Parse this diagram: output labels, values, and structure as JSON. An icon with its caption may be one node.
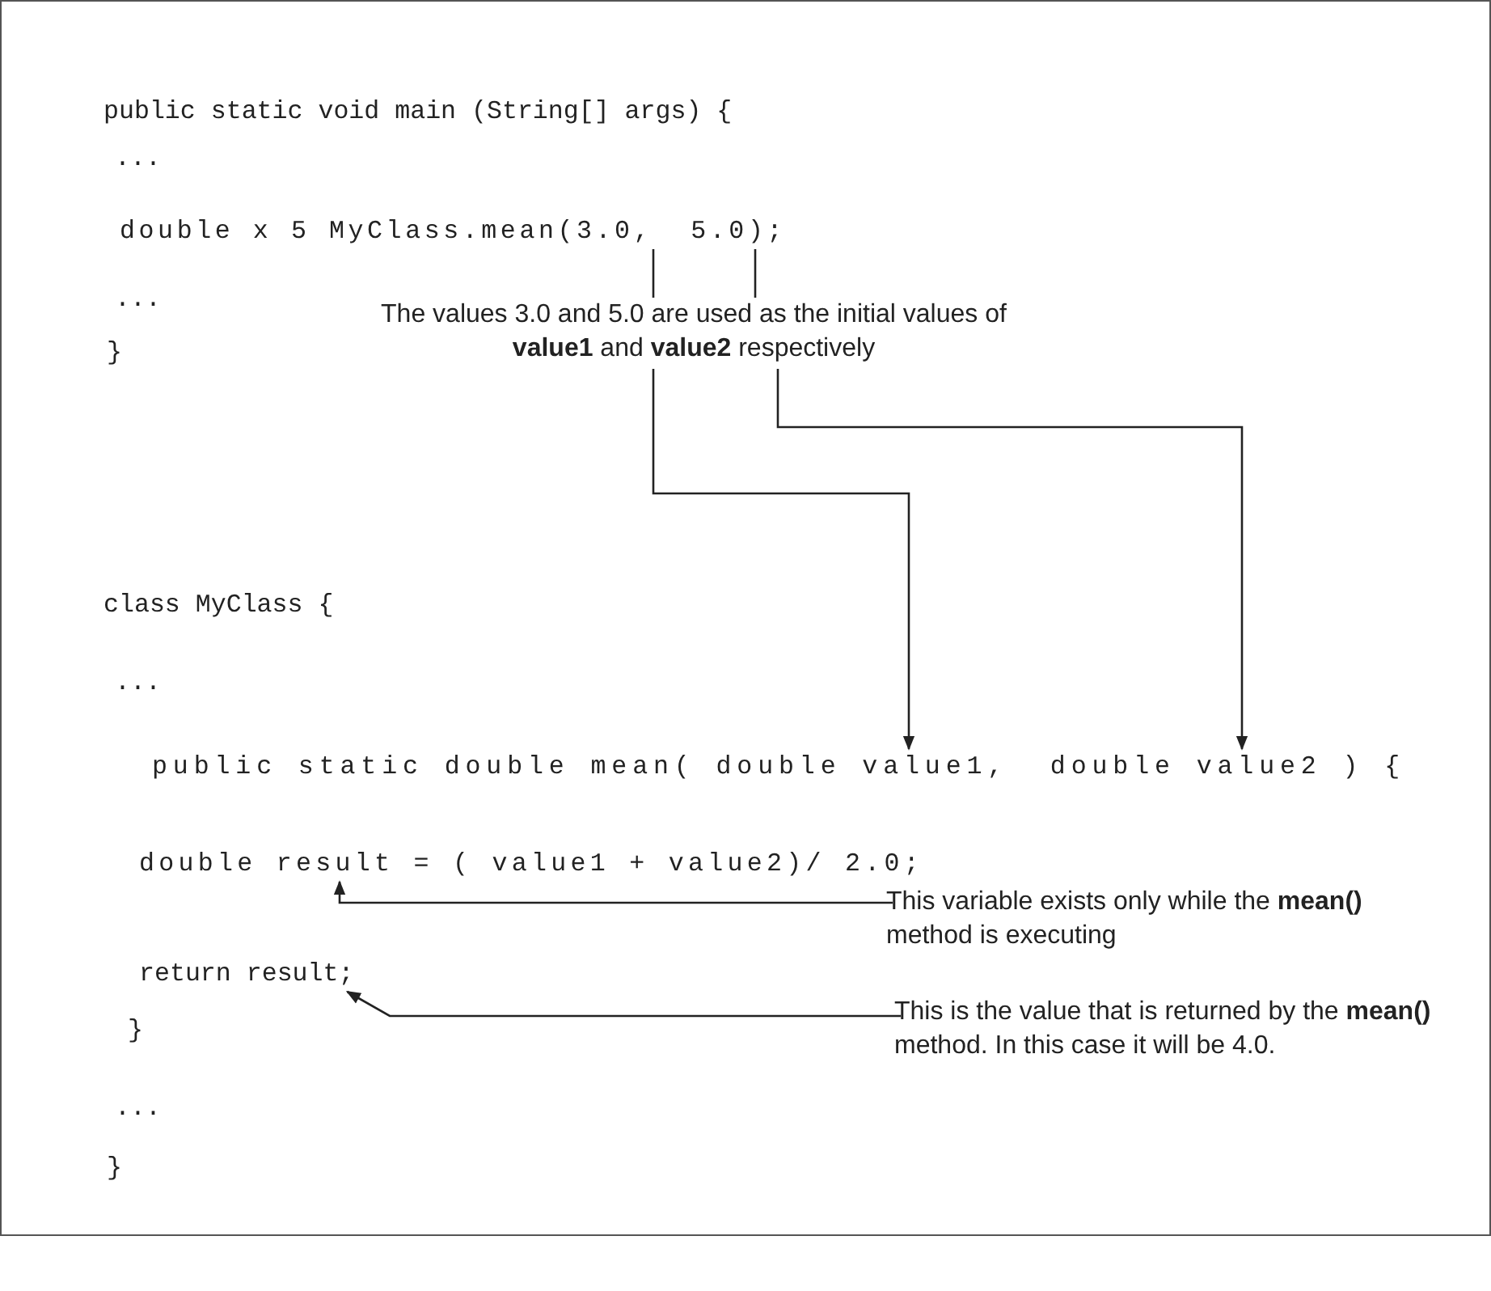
{
  "diagram": {
    "nodes": [
      {
        "text": [
          "double x 5 MyClass.mean(3.0,  5.0);"
        ]
      },
      {
        "text": [
          "The values 3.0 and 5.0 are used as the initial values of **value1** and **value2** respectively"
        ]
      },
      {
        "text": [
          "public static double mean( double value1,  double value2 ) {"
        ]
      },
      {
        "text": [
          "double result = ( value1 + value2)/ 2.0;"
        ]
      },
      {
        "text": [
          "This variable exists only while the **mean()** method is executing"
        ]
      },
      {
        "text": [
          "return result;"
        ]
      },
      {
        "text": [
          "This is the value that is returned by the **mean()** method. In this case it will be 4.0."
        ]
      }
    ],
    "edges": [
      {
        "from": 0,
        "to": 1,
        "arrow": "none"
      },
      {
        "from": 0,
        "to": 1,
        "arrow": "none"
      },
      {
        "from": 1,
        "to": 2,
        "arrow": "to"
      },
      {
        "from": 1,
        "to": 2,
        "arrow": "to"
      },
      {
        "from": 4,
        "to": 3,
        "arrow": "to"
      },
      {
        "from": 6,
        "to": 5,
        "arrow": "to"
      }
    ],
    "labels": [
      "public static void main (String[] args) {",
      "...",
      "...",
      "}",
      "class MyClass {",
      "...",
      "}",
      "...",
      "}"
    ]
  }
}
